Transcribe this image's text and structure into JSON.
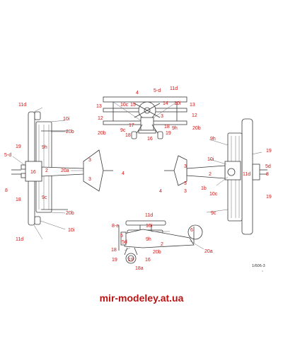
{
  "sheet_code": "1/606-3",
  "watermark": "mir-modeley.at.ua",
  "label_color": "#d01414",
  "views": {
    "front": {
      "labels": [
        "4",
        "5-d",
        "11d",
        "13",
        "10c",
        "15",
        "14",
        "10i",
        "13",
        "12",
        "3",
        "12",
        "17",
        "18",
        "20b",
        "9c",
        "9h",
        "20b",
        "18",
        "19",
        "16"
      ]
    },
    "top_left": {
      "labels": [
        "11d",
        "10i",
        "20b",
        "19",
        "9h",
        "5-d",
        "3",
        "16",
        "2",
        "20a",
        "4",
        "3",
        "8",
        "18",
        "9c",
        "20b",
        "10i",
        "11d"
      ]
    },
    "top_right": {
      "labels": [
        "9h",
        "19",
        "10i",
        "3",
        "5d",
        "3",
        "2",
        "11d",
        "8",
        "4",
        "3",
        "1b",
        "10c",
        "19",
        "9c"
      ]
    },
    "side": {
      "labels": [
        "11d",
        "8-e",
        "10i",
        "5",
        "5d",
        "9h",
        "2",
        "6",
        "18",
        "20b",
        "20a",
        "19",
        "19",
        "16",
        "18a"
      ]
    }
  }
}
